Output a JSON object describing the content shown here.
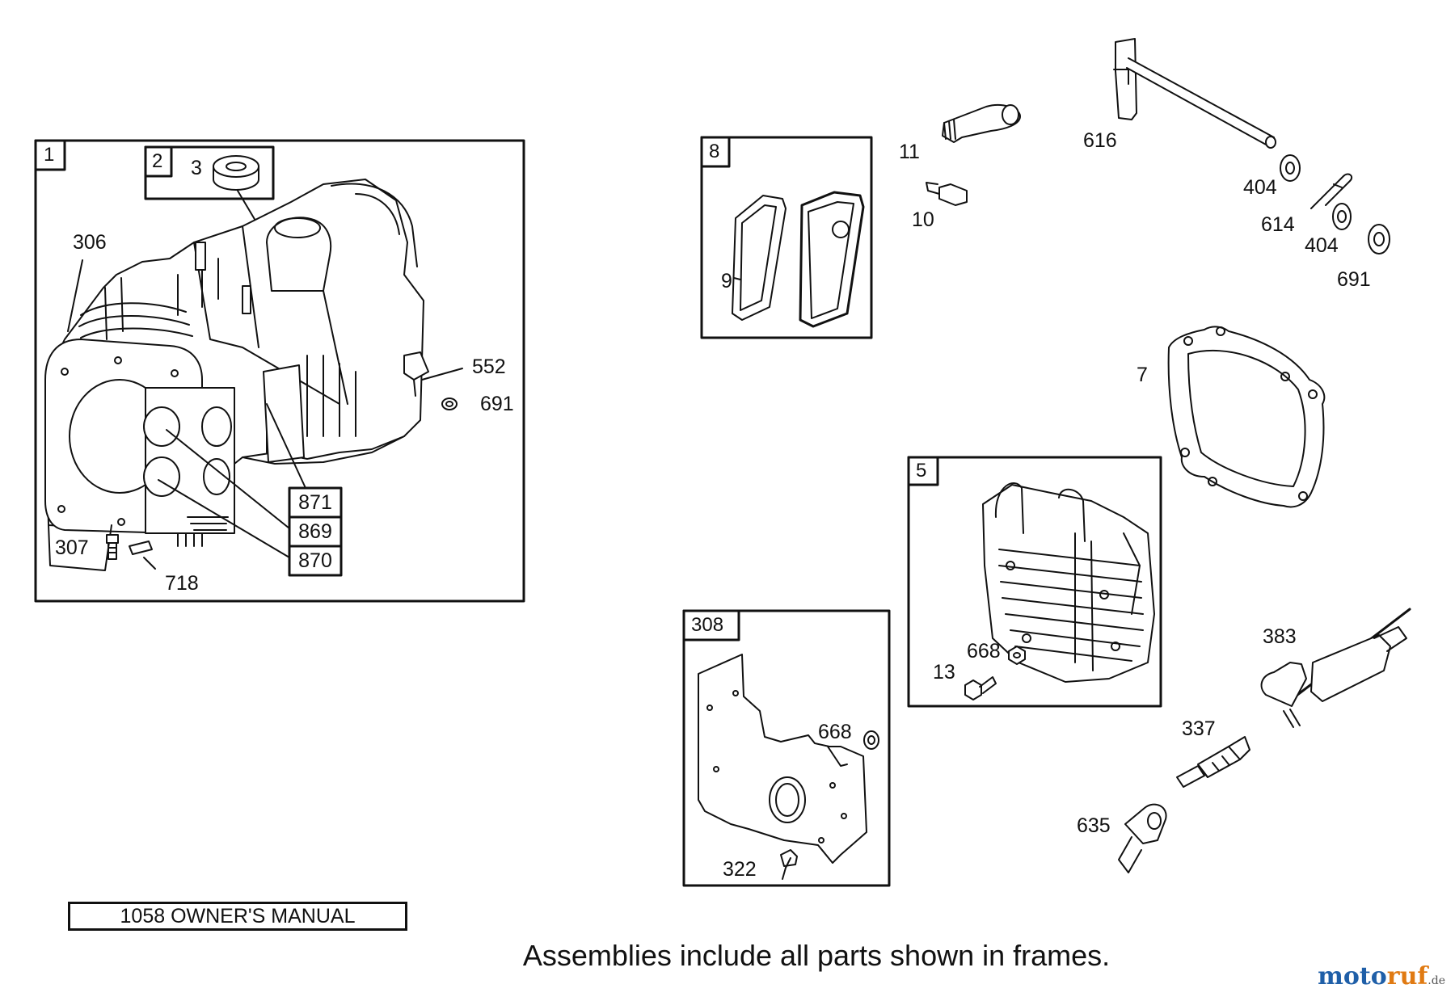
{
  "frames": {
    "f1": "1",
    "f2": "2",
    "f8": "8",
    "f5": "5",
    "f308": "308"
  },
  "callouts": {
    "c3": "3",
    "c306": "306",
    "c552": "552",
    "c691a": "691",
    "c871": "871",
    "c869": "869",
    "c870": "870",
    "c307": "307",
    "c718": "718",
    "c9": "9",
    "c11": "11",
    "c10": "10",
    "c616": "616",
    "c404a": "404",
    "c614": "614",
    "c404b": "404",
    "c691b": "691",
    "c7": "7",
    "c668a": "668",
    "c13": "13",
    "c383": "383",
    "c337": "337",
    "c635": "635",
    "c668b": "668",
    "c322": "322"
  },
  "manual_label": "1058 OWNER'S MANUAL",
  "footnote": "Assemblies include all parts shown in frames.",
  "watermark": {
    "main": "moto",
    "accent": "ruf",
    "tld": ".de"
  },
  "colors": {
    "ink": "#111111",
    "watermark_blue": "#1f5fa8",
    "watermark_orange": "#e07a12"
  }
}
